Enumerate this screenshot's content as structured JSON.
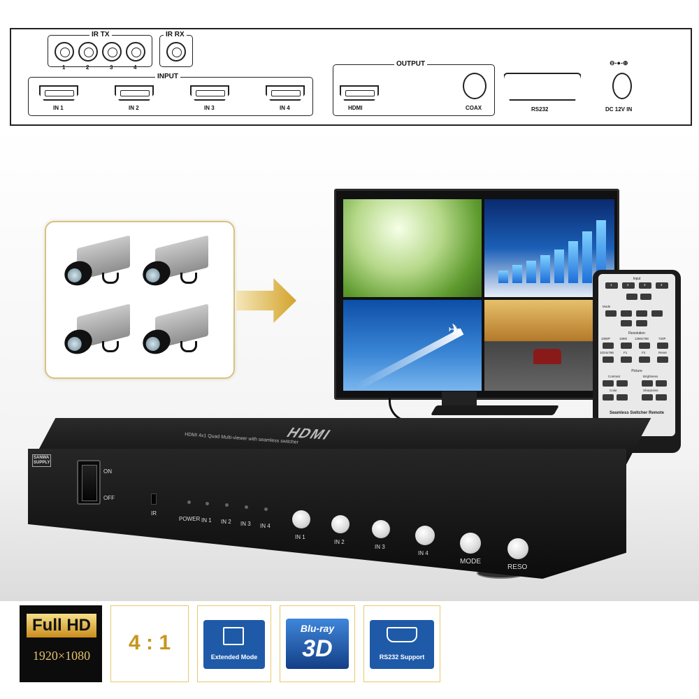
{
  "rear_panel": {
    "ir_tx": {
      "title": "IR TX",
      "ports": [
        "1",
        "2",
        "3",
        "4"
      ]
    },
    "ir_rx": {
      "title": "IR RX"
    },
    "input": {
      "title": "INPUT",
      "ports": [
        "IN 1",
        "IN 2",
        "IN 3",
        "IN 4"
      ]
    },
    "output": {
      "title": "OUTPUT",
      "hdmi": "HDMI",
      "coax": "COAX"
    },
    "rs232": "RS232",
    "dc": "DC 12V IN"
  },
  "device": {
    "logo": "HDMI",
    "subtitle": "HDMI 4x1 Quad Multi-viewer with seamless switcher",
    "brand_line1": "SANWA",
    "brand_line2": "SUPPLY",
    "switch_on": "ON",
    "switch_off": "OFF",
    "ir": "IR",
    "led_labels": [
      "POWER",
      "IN 1",
      "IN 2",
      "IN 3",
      "IN 4"
    ],
    "buttons": [
      "IN 1",
      "IN 2",
      "IN 3",
      "IN 4",
      "MODE",
      "RESO"
    ]
  },
  "remote": {
    "input": "Input",
    "input_keys": [
      "1",
      "2",
      "3",
      "4"
    ],
    "mode": "Mode",
    "resolution": "Resolution",
    "res_row1": [
      "1080P",
      "1080i",
      "1360x768",
      "720P"
    ],
    "res_row2": [
      "1024x768",
      "F1",
      "F2",
      "Reset"
    ],
    "picture": "Picture",
    "contrast": "Contrast",
    "brightness": "Brightness",
    "color": "Color",
    "sharpness": "Sharpness",
    "name": "Seamless Switcher Remote"
  },
  "badges": {
    "fullhd_title": "Full HD",
    "fullhd_res": "1920×1080",
    "ratio": "4 : 1",
    "extended": "Extended Mode",
    "bluray": "Blu-ray",
    "bluray_3d": "3D",
    "rs232": "RS232 Support"
  },
  "colors": {
    "accent_gold": "#d4a32c",
    "badge_border": "#e6c96b",
    "badge_blue": "#1f5aa8"
  }
}
